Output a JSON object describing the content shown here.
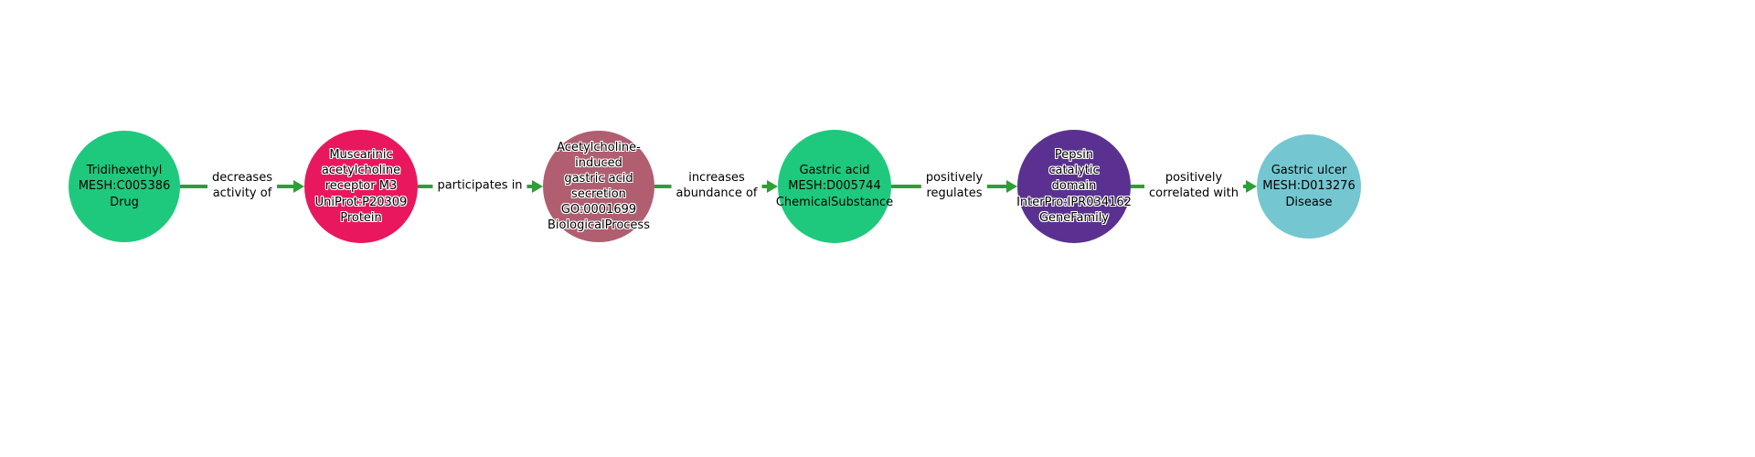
{
  "graph": {
    "arrow_color": "#2f9e38",
    "nodes": [
      {
        "label": "Tridihexethyl\nMESH:C005386\nDrug",
        "type": "Drug",
        "color": "#1ec97d"
      },
      {
        "label": "Muscarinic\nacetylcholine\nreceptor M3\nUniProt:P20309\nProtein",
        "type": "Protein",
        "color": "#e9175e"
      },
      {
        "label": "Acetylcholine-\ninduced\ngastric acid\nsecretion\nGO:0001699\nBiologicalProcess",
        "type": "BiologicalProcess",
        "color": "#b05e70"
      },
      {
        "label": "Gastric acid\nMESH:D005744\nChemicalSubstance",
        "type": "ChemicalSubstance",
        "color": "#1ec97d"
      },
      {
        "label": "Pepsin\ncatalytic\ndomain\nInterPro:IPR034162\nGeneFamily",
        "type": "GeneFamily",
        "color": "#5a3190"
      },
      {
        "label": "Gastric ulcer\nMESH:D013276\nDisease",
        "type": "Disease",
        "color": "#74c7d1"
      }
    ],
    "edges": [
      {
        "label": "decreases\nactivity of"
      },
      {
        "label": "participates in"
      },
      {
        "label": "increases\nabundance of"
      },
      {
        "label": "positively\nregulates"
      },
      {
        "label": "positively\ncorrelated with"
      }
    ]
  }
}
